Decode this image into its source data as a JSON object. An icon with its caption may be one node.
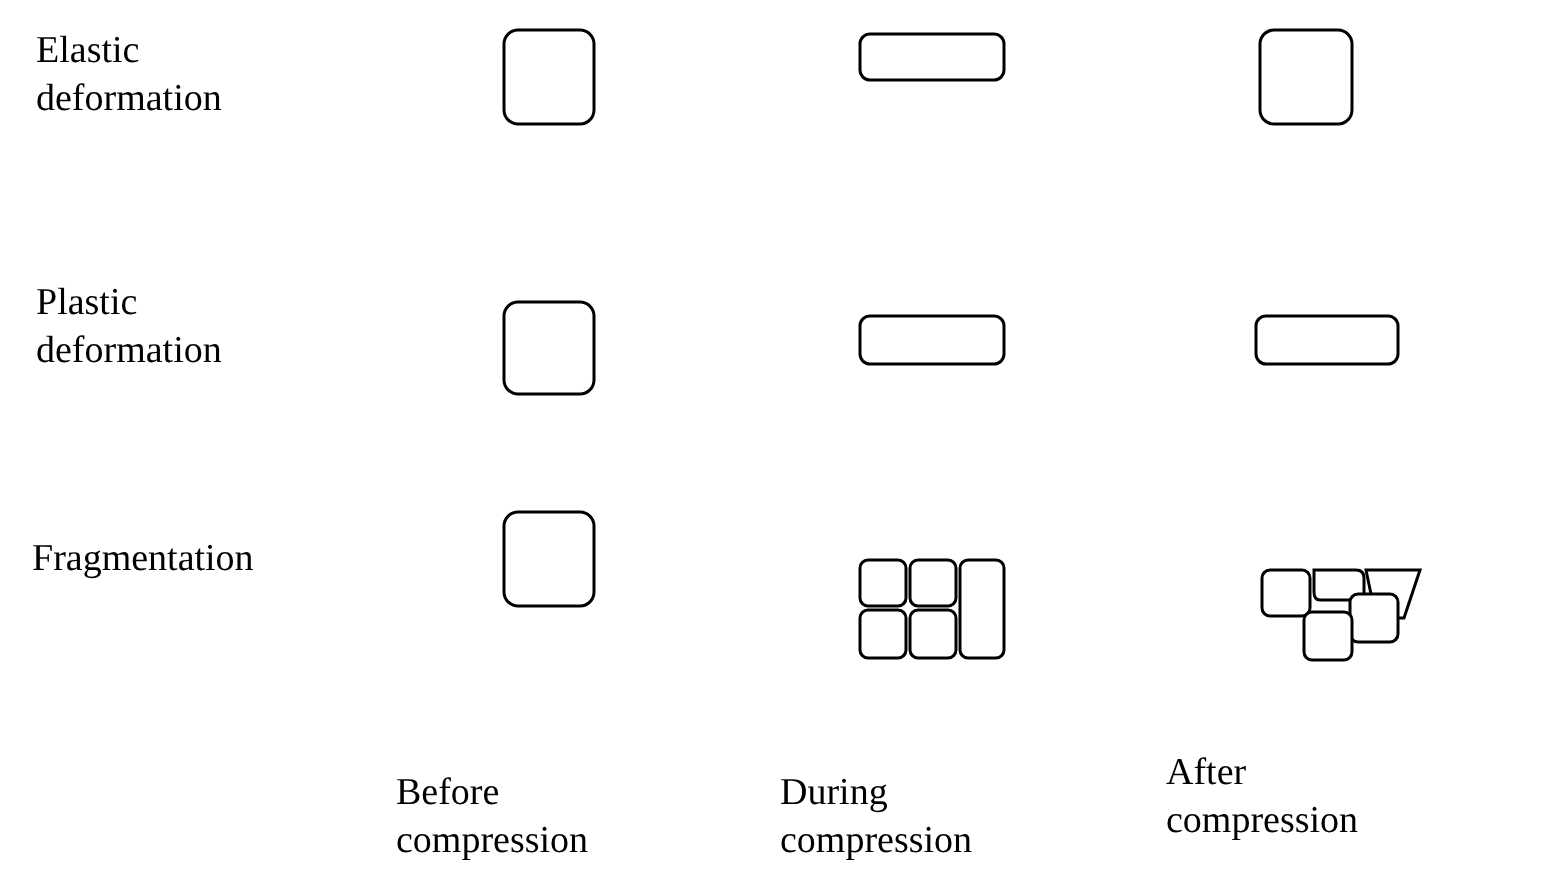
{
  "diagram": {
    "labels": [
      "Elastic deformation",
      "Plastic deformation",
      "Fragmentation",
      "Before compression",
      "During compression",
      "After compression"
    ]
  }
}
